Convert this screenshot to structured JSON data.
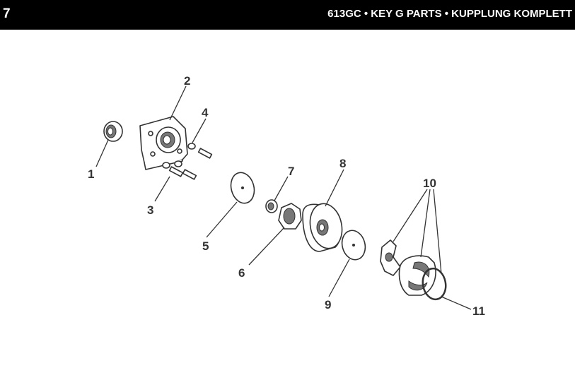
{
  "header": {
    "page_number": "7",
    "title": "613GC • KEY G PARTS • KUPPLUNG KOMPLETT"
  },
  "callouts": [
    {
      "id": "1",
      "label": "1"
    },
    {
      "id": "2",
      "label": "2"
    },
    {
      "id": "3",
      "label": "3"
    },
    {
      "id": "4",
      "label": "4"
    },
    {
      "id": "5",
      "label": "5"
    },
    {
      "id": "6",
      "label": "6"
    },
    {
      "id": "7",
      "label": "7"
    },
    {
      "id": "8",
      "label": "8"
    },
    {
      "id": "9",
      "label": "9"
    },
    {
      "id": "10",
      "label": "10"
    },
    {
      "id": "11",
      "label": "11"
    }
  ]
}
